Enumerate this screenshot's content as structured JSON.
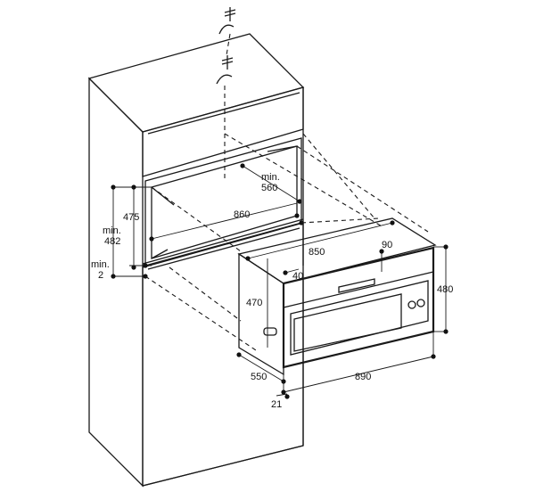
{
  "diagram": {
    "dimensions": {
      "niche_height": "475",
      "niche_min_height_1": "min.",
      "niche_min_height_2": "482",
      "gap_min_1": "min.",
      "gap_min_2": "2",
      "depth_min_1": "min.",
      "depth_min_2": "560",
      "niche_width": "860",
      "appliance_width": "850",
      "top_offset": "90",
      "front_offset": "40",
      "appliance_height": "470",
      "front_height": "480",
      "appliance_depth": "550",
      "front_width": "890",
      "front_thickness": "21"
    },
    "colors": {
      "line": "#1a1a1a",
      "front_panel": "#f0f0f0",
      "side_panel": "#e6e6e6"
    }
  }
}
